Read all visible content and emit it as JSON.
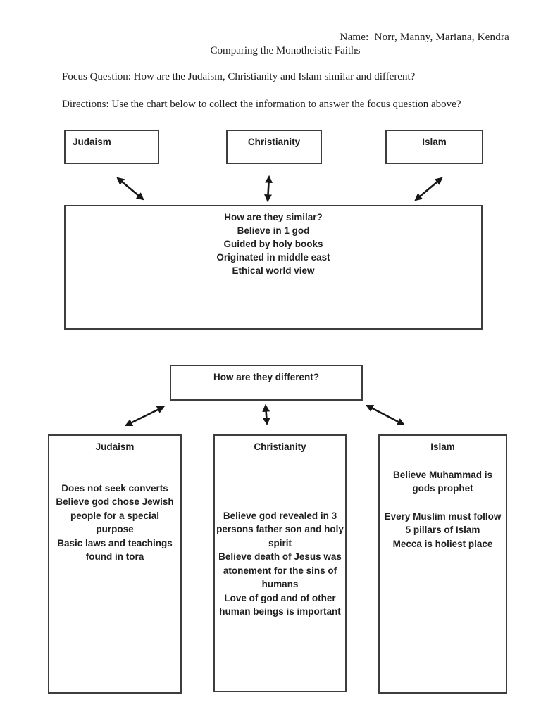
{
  "header": {
    "name_label": "Name:",
    "name_value": "Norr, Manny, Mariana, Kendra",
    "title": "Comparing the Monotheistic Faiths",
    "focus_question": "Focus Question: How are the Judaism, Christianity and Islam similar and different?",
    "directions": "Directions: Use the chart below to collect the information to answer the focus question above?"
  },
  "diagram": {
    "top_boxes": [
      {
        "label": "Judaism"
      },
      {
        "label": "Christianity"
      },
      {
        "label": "Islam"
      }
    ],
    "similarities": {
      "heading": "How are they similar?",
      "items": [
        "Believe in 1 god",
        "Guided by holy books",
        "Originated in middle east",
        "Ethical world view"
      ]
    },
    "differences_heading": "How are they different?",
    "difference_columns": [
      {
        "title": "Judaism",
        "points": [
          "Does not seek converts",
          "Believe god chose Jewish people for a special purpose",
          "Basic laws and teachings found in tora"
        ]
      },
      {
        "title": "Christianity",
        "points": [
          "Believe god revealed in 3 persons father son and holy spirit",
          "Believe death of Jesus was atonement for the sins of humans",
          "Love of god and of other human beings is important"
        ]
      },
      {
        "title": "Islam",
        "points": [
          "Believe Muhammad is gods prophet",
          "Every Muslim must follow 5 pillars of Islam",
          "Mecca is holiest place"
        ]
      }
    ]
  },
  "colors": {
    "ink": "#1b1b1b",
    "box_border": "#3d3d3d",
    "background": "#ffffff"
  }
}
